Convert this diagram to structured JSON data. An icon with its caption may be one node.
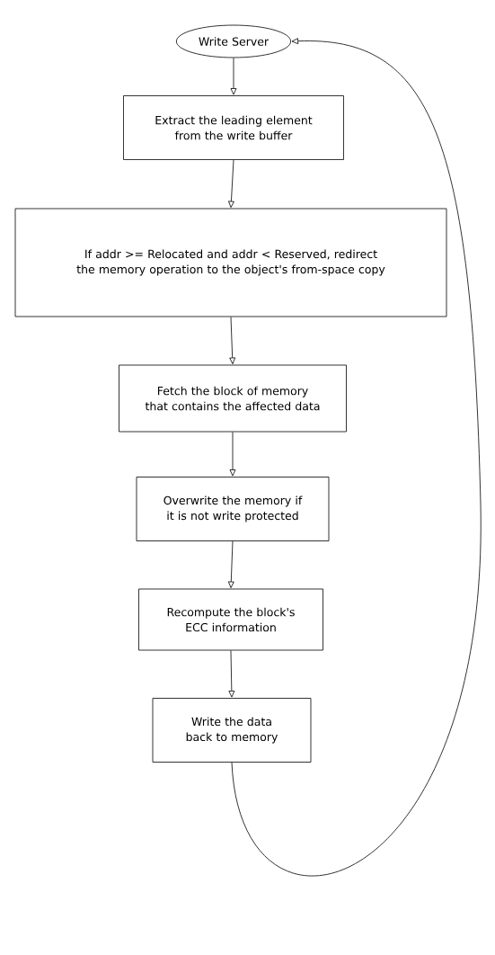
{
  "diagram": {
    "nodes": [
      {
        "text": [
          "Write Server"
        ]
      },
      {
        "text": [
          "Extract the leading element from the write buffer"
        ]
      },
      {
        "text": [
          "If addr >= Relocated and addr < Reserved, redirect the memory operation to the object's from-space copy"
        ]
      },
      {
        "text": [
          "Fetch the block of memory that contains the affected data"
        ]
      },
      {
        "text": [
          "Overwrite the memory if it is not write protected"
        ]
      },
      {
        "text": [
          "Recompute the block's ECC information"
        ]
      },
      {
        "text": [
          "Write the data back to memory"
        ]
      }
    ],
    "edges": [
      {
        "from": 0,
        "to": 1,
        "arrow": "to"
      },
      {
        "from": 1,
        "to": 2,
        "arrow": "to"
      },
      {
        "from": 2,
        "to": 3,
        "arrow": "to"
      },
      {
        "from": 3,
        "to": 4,
        "arrow": "to"
      },
      {
        "from": 4,
        "to": 5,
        "arrow": "to"
      },
      {
        "from": 5,
        "to": 6,
        "arrow": "to"
      },
      {
        "from": 6,
        "to": 0,
        "arrow": "to"
      }
    ]
  }
}
